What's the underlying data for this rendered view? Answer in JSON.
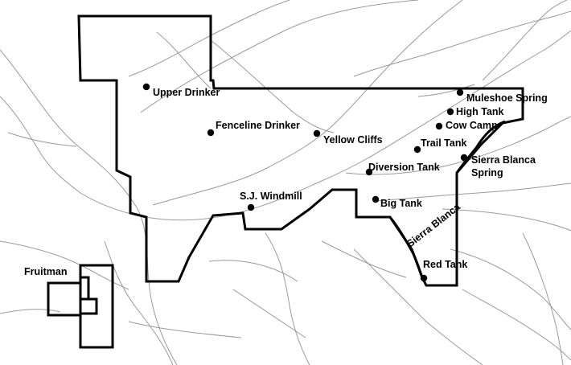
{
  "map": {
    "sites": [
      {
        "id": "upper-drinker",
        "label": "Upper Drinker"
      },
      {
        "id": "fenceline-drinker",
        "label": "Fenceline Drinker"
      },
      {
        "id": "yellow-cliffs",
        "label": "Yellow Cliffs"
      },
      {
        "id": "muleshoe-spring",
        "label": "Muleshoe Spring"
      },
      {
        "id": "high-tank",
        "label": "High Tank"
      },
      {
        "id": "cow-camp",
        "label": "Cow Camp"
      },
      {
        "id": "trail-tank",
        "label": "Trail Tank"
      },
      {
        "id": "sierra-blanca-spring",
        "label_line1": "Sierra Blanca",
        "label_line2": "Spring"
      },
      {
        "id": "diversion-tank",
        "label": "Diversion Tank"
      },
      {
        "id": "sj-windmill",
        "label": "S.J. Windmill"
      },
      {
        "id": "big-tank",
        "label": "Big Tank"
      },
      {
        "id": "red-tank",
        "label": "Red Tank"
      }
    ],
    "area_labels": {
      "fruitman": "Fruitman"
    },
    "creek_labels": {
      "sierra_blanca": "Sierra Blanca"
    },
    "colors": {
      "boundary": "#000000",
      "streams": "#9a9a9a",
      "background": "#ffffff"
    }
  }
}
